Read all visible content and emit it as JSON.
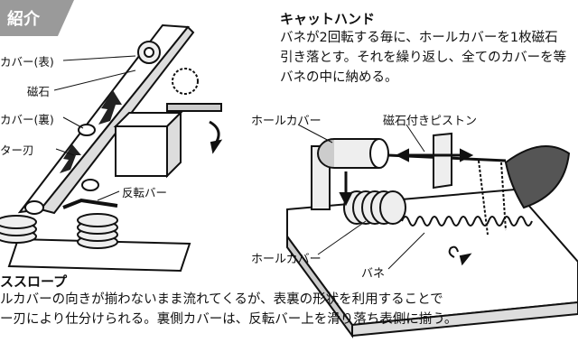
{
  "left": {
    "tag": "紹介",
    "labels": {
      "cover_front": "カバー(表)",
      "magnet": "磁石",
      "cover_back": "カバー(裏)",
      "cutter": "ター刃",
      "reverse_bar": "反転バー"
    },
    "heading": "ススロープ",
    "desc_line1": "ルカバーの向きが揃わないまま流れてくるが、表裏の形状を利用することで",
    "desc_line2": "ー刃により仕分けられる。裏側カバーは、反転バー上を滑り落ち表側に揃う。"
  },
  "right": {
    "heading": "キャットハンド",
    "desc_line1": "バネが2回転する毎に、ホールカバーを1枚磁石",
    "desc_line2": "引き落とす。それを繰り返し、全てのカバーを等",
    "desc_line3": "バネの中に納める。",
    "labels": {
      "hole_cover_top": "ホールカバー",
      "magnet_piston": "磁石付きピストン",
      "hole_cover_bottom": "ホールカバー",
      "spring": "バネ"
    }
  }
}
